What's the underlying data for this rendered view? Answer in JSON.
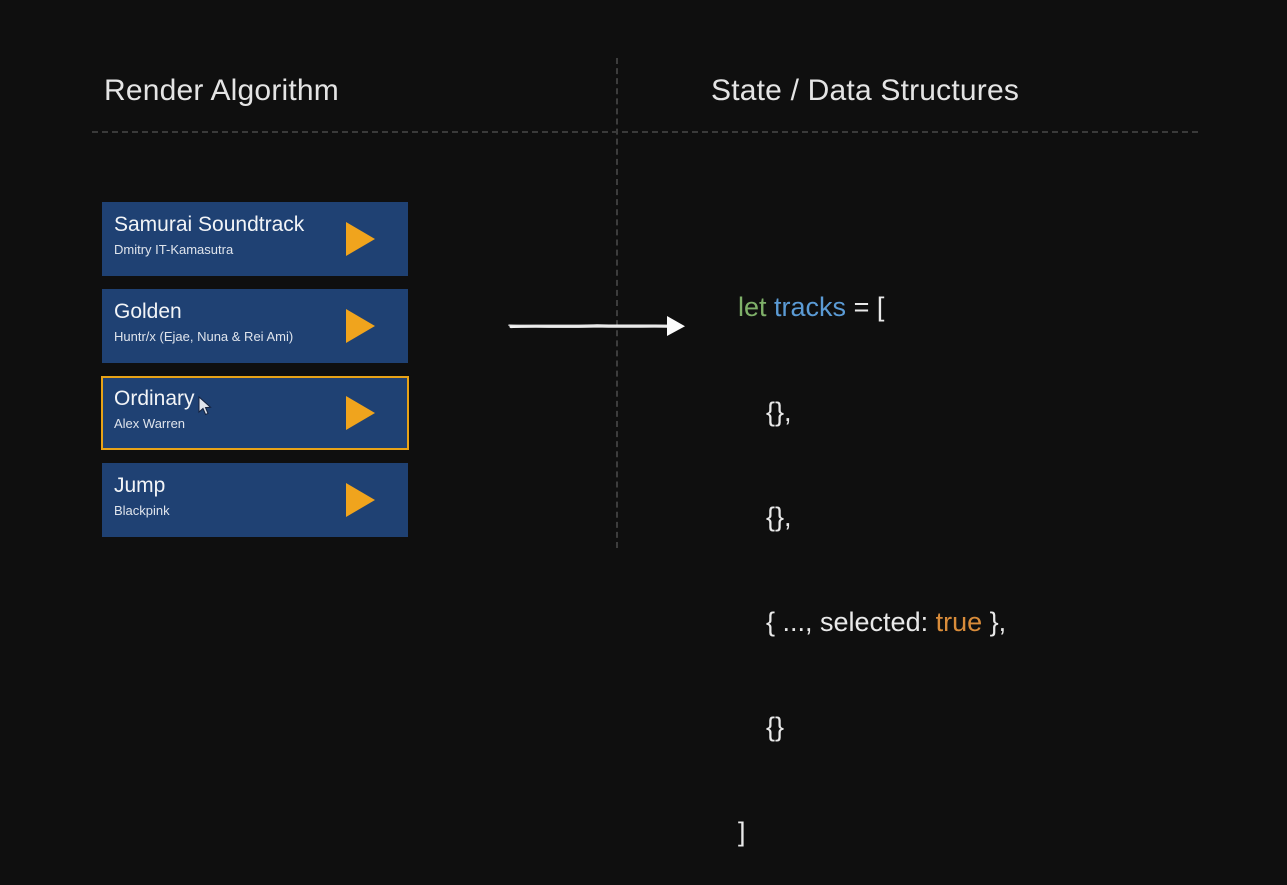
{
  "page": {
    "background_color": "#0f0f0f",
    "accent_color": "#e8a317",
    "card_color": "#1f4173"
  },
  "columns": {
    "left_header": "Render Algorithm",
    "right_header": "State / Data Structures"
  },
  "track_list": {
    "items": [
      {
        "title": "Samurai Soundtrack",
        "artist": "Dmitry IT-Kamasutra",
        "selected": false
      },
      {
        "title": "Golden",
        "artist": "Huntr/x (Ejae, Nuna & Rei Ami)",
        "selected": false
      },
      {
        "title": "Ordinary",
        "artist": "Alex Warren",
        "selected": true
      },
      {
        "title": "Jump",
        "artist": "Blackpink",
        "selected": false
      }
    ]
  },
  "code": {
    "line1": {
      "keyword": "let",
      "variable": "tracks",
      "rest": " = ["
    },
    "line2": "{},",
    "line3": "{},",
    "line4_prefix": "{ ..., selected: ",
    "line4_bool": "true",
    "line4_suffix": " },",
    "line5": "{}",
    "line6": "]"
  },
  "icons": {
    "play": "play-icon",
    "cursor": "mouse-pointer-icon",
    "arrow": "flow-arrow-icon"
  }
}
